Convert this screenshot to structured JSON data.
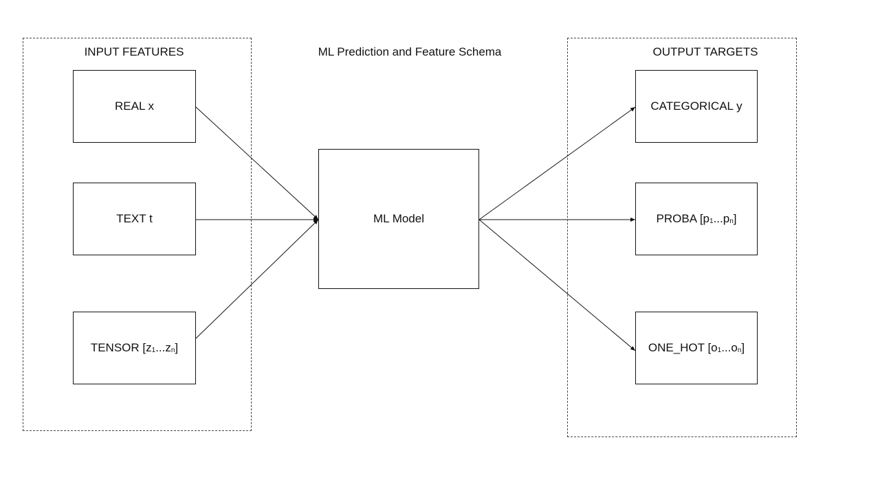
{
  "diagram": {
    "title": "ML Prediction and Feature Schema"
  },
  "groups": {
    "input": {
      "title": "INPUT FEATURES"
    },
    "output": {
      "title": "OUTPUT TARGETS"
    }
  },
  "nodes": {
    "real": {
      "label": "REAL x"
    },
    "text": {
      "label": "TEXT t"
    },
    "tensor": {
      "prefix": "TENSOR [z",
      "sub_start": "1",
      "ellipsis": "...z",
      "sub_end": "n",
      "suffix": "]"
    },
    "model": {
      "label": "ML Model"
    },
    "categorical": {
      "label": "CATEGORICAL y"
    },
    "proba": {
      "prefix": "PROBA [p",
      "sub_start": "1",
      "ellipsis": "...p",
      "sub_end": "n",
      "suffix": "]"
    },
    "one_hot": {
      "prefix": "ONE_HOT [o",
      "sub_start": "1",
      "ellipsis": "...o",
      "sub_end": "n",
      "suffix": "]"
    }
  },
  "edges": [
    {
      "from": "REAL x",
      "to": "ML Model"
    },
    {
      "from": "TEXT t",
      "to": "ML Model"
    },
    {
      "from": "TENSOR",
      "to": "ML Model"
    },
    {
      "from": "ML Model",
      "to": "CATEGORICAL y"
    },
    {
      "from": "ML Model",
      "to": "PROBA"
    },
    {
      "from": "ML Model",
      "to": "ONE_HOT"
    }
  ],
  "colors": {
    "stroke": "#111111",
    "dashed_border": "#444444",
    "background": "#ffffff"
  }
}
